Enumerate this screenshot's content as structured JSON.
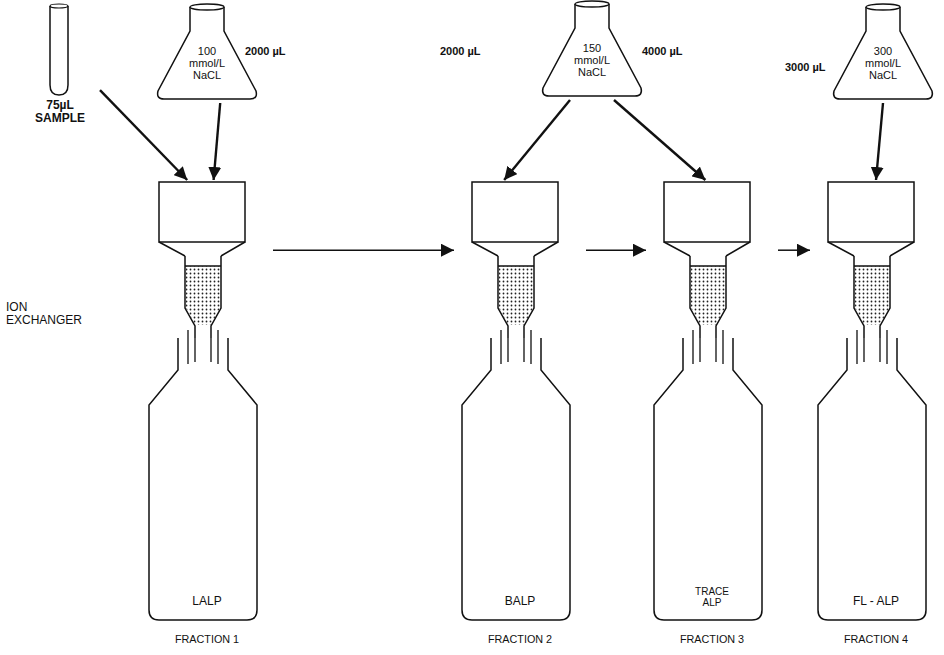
{
  "diagram": {
    "nodes": [
      {
        "text": [
          "75µL SAMPLE"
        ]
      },
      {
        "text": [
          "100 mmol/L NaCL"
        ]
      },
      {
        "text": [
          "150 mmol/L NaCL"
        ]
      },
      {
        "text": [
          "300 mmol/L NaCL"
        ]
      },
      {
        "text": [
          "LALP",
          "FRACTION 1"
        ]
      },
      {
        "text": [
          "BALP",
          "FRACTION 2"
        ]
      },
      {
        "text": [
          "TRACE ALP",
          "FRACTION 3"
        ]
      },
      {
        "text": [
          "FL - ALP",
          "FRACTION 4"
        ]
      }
    ],
    "edges": [
      {
        "from": 0,
        "to": 4,
        "arrow": "to"
      },
      {
        "from": 1,
        "to": 4,
        "label": "2000 µL",
        "arrow": "to"
      },
      {
        "from": 2,
        "to": 5,
        "label": "2000 µL",
        "arrow": "to"
      },
      {
        "from": 2,
        "to": 6,
        "label": "4000 µL",
        "arrow": "to"
      },
      {
        "from": 3,
        "to": 7,
        "label": "3000 µL",
        "arrow": "to"
      },
      {
        "from": 4,
        "to": 5,
        "arrow": "to"
      },
      {
        "from": 5,
        "to": 6,
        "arrow": "to"
      },
      {
        "from": 6,
        "to": 7,
        "arrow": "to"
      }
    ],
    "labels": [
      "ION EXCHANGER"
    ]
  }
}
